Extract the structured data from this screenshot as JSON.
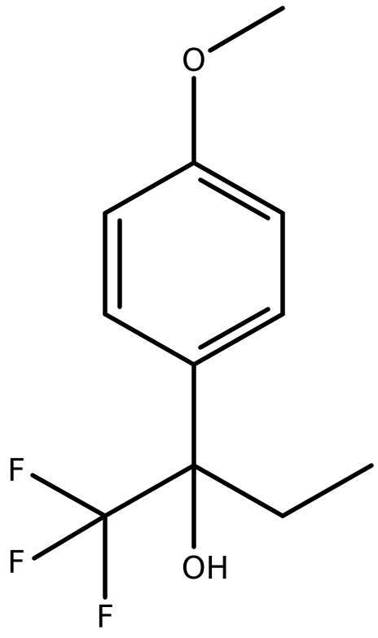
{
  "molecule": {
    "atoms": {
      "O_methoxy": "O",
      "F_top": "F",
      "F_middle": "F",
      "F_bottom": "F",
      "OH": "OH"
    },
    "bond_color": "#000000",
    "background": "#ffffff"
  }
}
